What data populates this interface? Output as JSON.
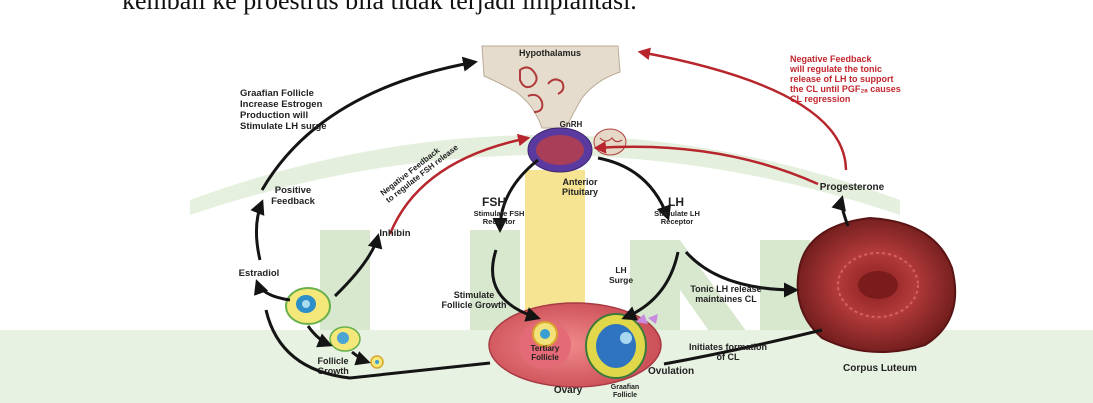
{
  "header": {
    "text": "kembali ke proestrus bila tidak terjadi implantasi."
  },
  "watermark": {
    "text": "UIN",
    "color": "#b9d7a8",
    "accent": "#f1cf3a"
  },
  "colors": {
    "arrow_black": "#141414",
    "arrow_red": "#b8262d",
    "red_text": "#c0262d"
  },
  "nodes": {
    "hypothalamus": "Hypothalamus",
    "gnrh": "GnRH",
    "anterior_pituitary": [
      "Anterior",
      "Pituitary"
    ],
    "fsh": "FSH",
    "fsh_sub": [
      "Stimulate FSH",
      "Receptor"
    ],
    "lh": "LH",
    "lh_sub": [
      "Stimulate LH",
      "Receptor"
    ],
    "lh_surge": [
      "LH",
      "Surge"
    ],
    "stimulate_follicle_growth": [
      "Stimulate",
      "Follicle Growth"
    ],
    "tonic_lh": [
      "Tonic LH release",
      "maintaines CL"
    ],
    "initiates_cl": [
      "Initiates formation",
      "of CL"
    ],
    "progesterone": "Progesterone",
    "corpus_luteum": "Corpus Luteum",
    "ovary": "Ovary",
    "ovulation": "Ovulation",
    "tertiary_follicle": [
      "Tertiary",
      "Follicle"
    ],
    "graafian_follicle": [
      "Graafian",
      "Follicle"
    ],
    "follicle_growth": [
      "Follicle",
      "Growth"
    ],
    "estradiol": "Estradiol",
    "inhibin": "Inhibin",
    "positive_feedback": [
      "Positive",
      "Feedback"
    ],
    "graafian_note": [
      "Graafian Follicle",
      "Increase Estrogen",
      "Production will",
      "Stimulate LH surge"
    ],
    "neg_fsh": [
      "Negative Feedback",
      "to regulate FSH release"
    ],
    "neg_lh": [
      "Negative Feedback",
      "will regulate the tonic",
      "release of LH to support",
      "the CL until PGF₂ₐ causes",
      "CL regression"
    ]
  }
}
